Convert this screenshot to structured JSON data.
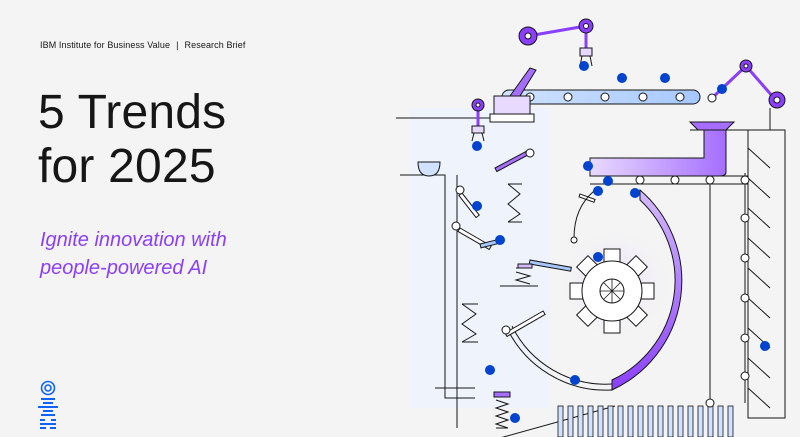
{
  "header": {
    "publisher": "IBM Institute for Business Value",
    "separator": "|",
    "doc_type": "Research Brief"
  },
  "title": {
    "line1": "5 Trends",
    "line2": "for 2025"
  },
  "subtitle": {
    "line1": "Ignite innovation with",
    "line2": "people-powered AI"
  },
  "logo": {
    "icon": "ibm-bee-logo-icon"
  },
  "illustration": {
    "icon": "ai-machine-illustration-icon"
  },
  "colors": {
    "accent_purple": "#8a3ffc",
    "light_purple": "#a56eff",
    "pale_purple": "#d4bbff",
    "blue": "#0f62fe",
    "dark_blue": "#0043ce",
    "ink": "#161616"
  }
}
